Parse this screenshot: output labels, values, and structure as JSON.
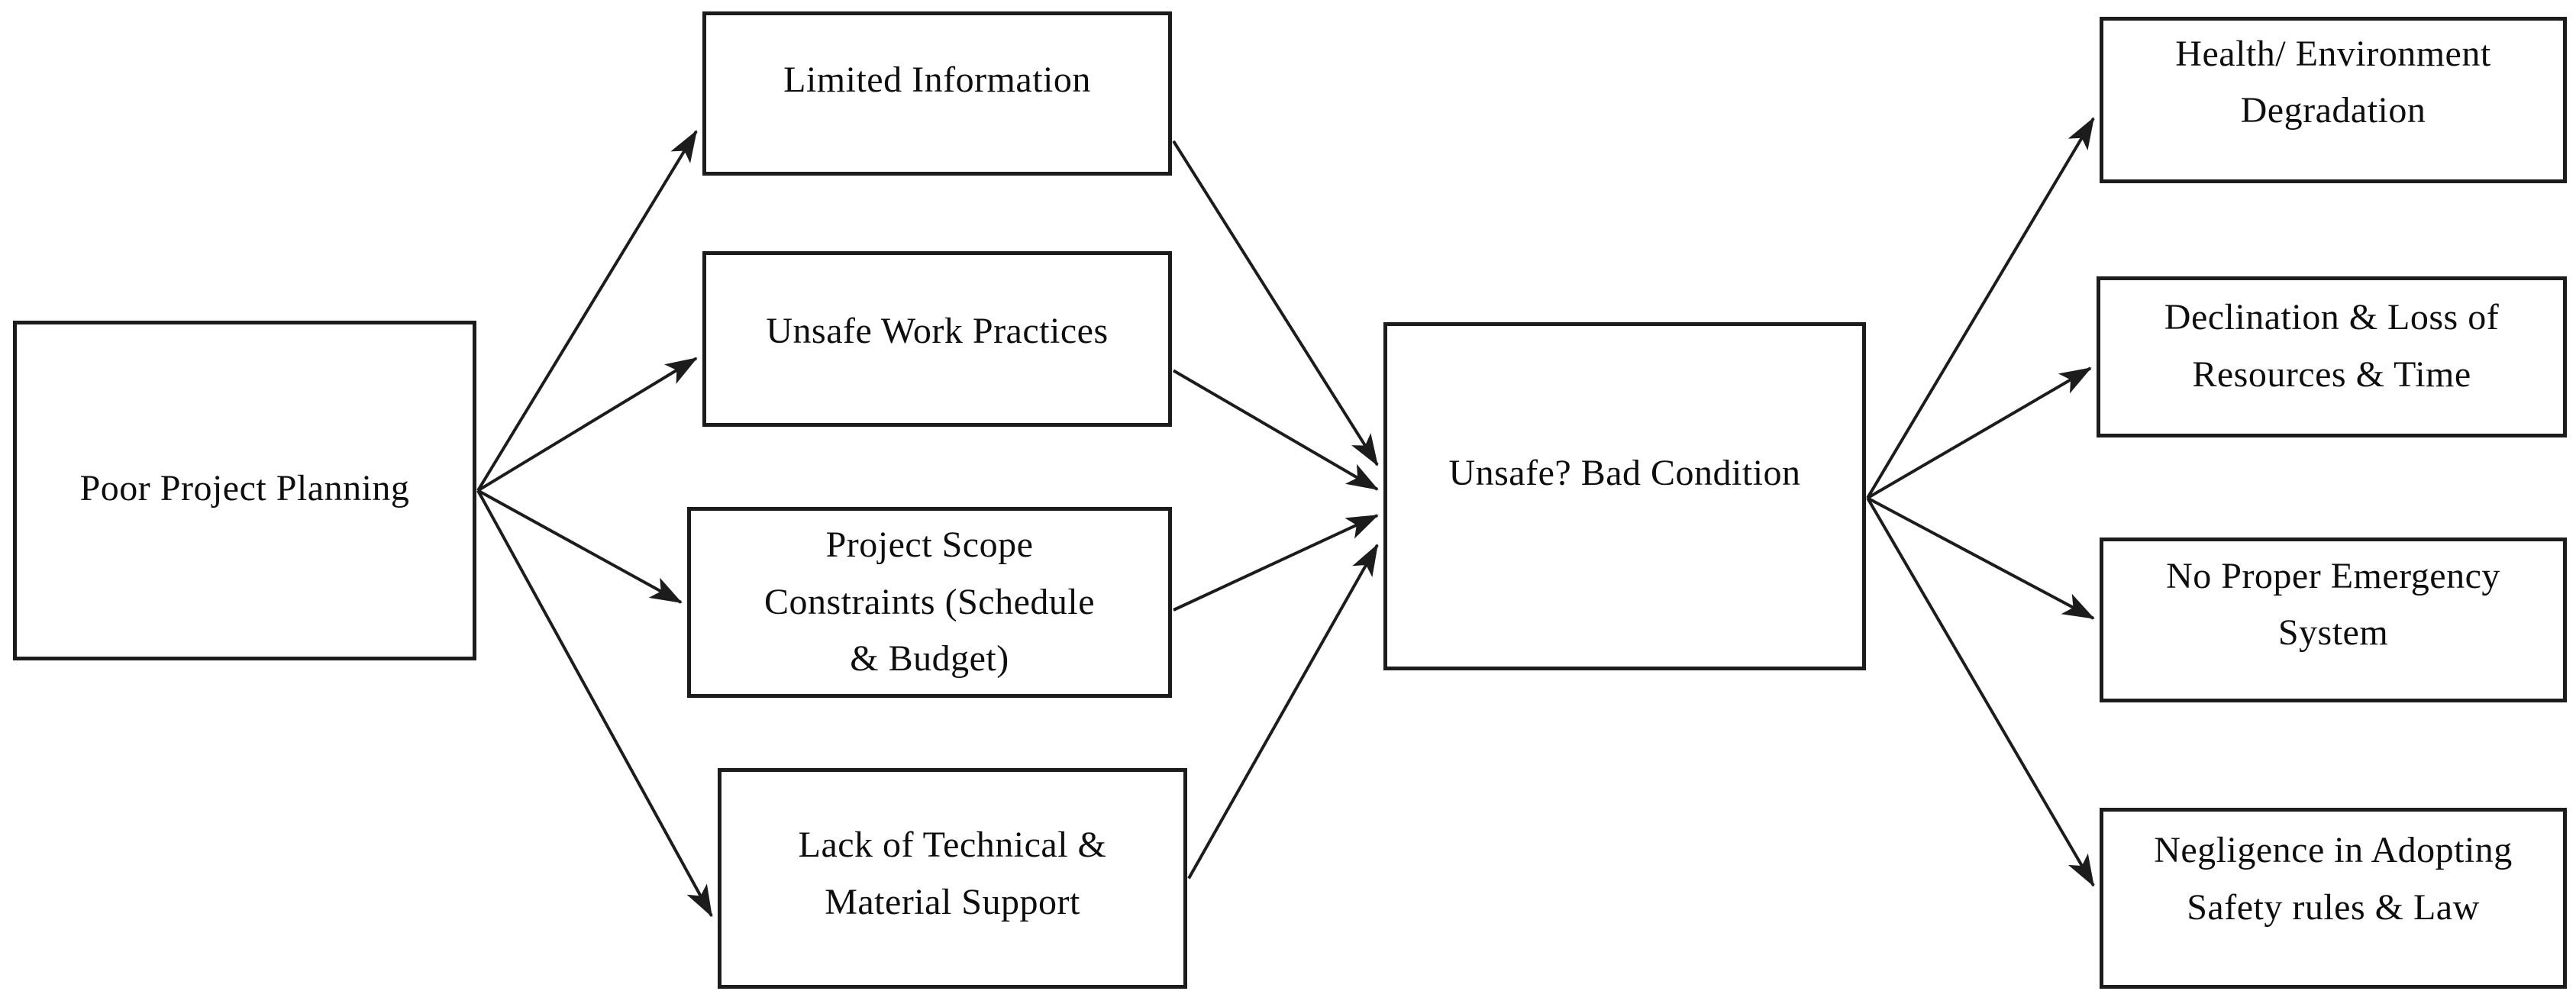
{
  "colors": {
    "background": "#ffffff",
    "box_border": "#1c1c1c",
    "arrow_line": "#1c1c1c",
    "text": "#0e0e0e"
  },
  "nodes": {
    "poor": {
      "label": "Poor Project Planning",
      "lines": [
        "Poor Project Planning"
      ]
    },
    "limited": {
      "label": "Limited Information",
      "lines": [
        "Limited Information"
      ]
    },
    "practices": {
      "label": "Unsafe Work Practices",
      "lines": [
        "Unsafe Work Practices"
      ]
    },
    "scope": {
      "label": "Project Scope Constraints (Schedule & Budget)",
      "lines": [
        "Project Scope",
        "Constraints (Schedule",
        "& Budget)"
      ]
    },
    "lack": {
      "label": "Lack of Technical & Material Support",
      "lines": [
        "Lack of Technical &",
        "Material Support"
      ]
    },
    "bad": {
      "label": "Unsafe? Bad Condition",
      "lines": [
        "Unsafe? Bad Condition"
      ]
    },
    "health": {
      "label": "Health/ Environment Degradation",
      "lines": [
        "Health/ Environment",
        "Degradation"
      ]
    },
    "declination": {
      "label": "Declination & Loss of Resources & Time",
      "lines": [
        "Declination & Loss of",
        "Resources & Time"
      ]
    },
    "emergency": {
      "label": "No Proper Emergency System",
      "lines": [
        "No Proper Emergency",
        "System"
      ]
    },
    "negligence": {
      "label": "Negligence in Adopting Safety rules & Law",
      "lines": [
        "Negligence in Adopting",
        "Safety rules & Law"
      ]
    }
  },
  "edges": [
    {
      "from": "poor",
      "to": "limited",
      "fromAnchor": [
        1,
        0.5
      ],
      "toAnchor": [
        0,
        0.73
      ]
    },
    {
      "from": "poor",
      "to": "practices",
      "fromAnchor": [
        1,
        0.5
      ],
      "toAnchor": [
        0,
        0.61
      ]
    },
    {
      "from": "poor",
      "to": "scope",
      "fromAnchor": [
        1,
        0.5
      ],
      "toAnchor": [
        0,
        0.5
      ]
    },
    {
      "from": "poor",
      "to": "lack",
      "fromAnchor": [
        1,
        0.5
      ],
      "toAnchor": [
        0,
        0.67
      ]
    },
    {
      "from": "limited",
      "to": "bad",
      "fromAnchor": [
        1,
        0.79
      ],
      "toAnchor": [
        0,
        0.41
      ]
    },
    {
      "from": "practices",
      "to": "bad",
      "fromAnchor": [
        1,
        0.68
      ],
      "toAnchor": [
        0,
        0.48
      ]
    },
    {
      "from": "scope",
      "to": "bad",
      "fromAnchor": [
        1,
        0.54
      ],
      "toAnchor": [
        0,
        0.555
      ]
    },
    {
      "from": "lack",
      "to": "bad",
      "fromAnchor": [
        1,
        0.5
      ],
      "toAnchor": [
        0,
        0.64
      ]
    },
    {
      "from": "bad",
      "to": "health",
      "fromAnchor": [
        1,
        0.505
      ],
      "toAnchor": [
        0,
        0.61
      ]
    },
    {
      "from": "bad",
      "to": "declination",
      "fromAnchor": [
        1,
        0.505
      ],
      "toAnchor": [
        0,
        0.57
      ]
    },
    {
      "from": "bad",
      "to": "emergency",
      "fromAnchor": [
        1,
        0.505
      ],
      "toAnchor": [
        0,
        0.49
      ]
    },
    {
      "from": "bad",
      "to": "negligence",
      "fromAnchor": [
        1,
        0.505
      ],
      "toAnchor": [
        0,
        0.43
      ]
    }
  ]
}
